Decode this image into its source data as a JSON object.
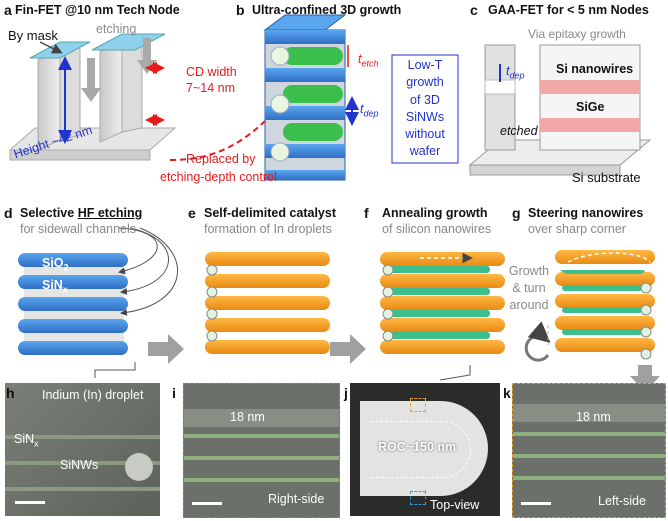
{
  "panels": {
    "a": {
      "letter": "a",
      "title": "Fin-FET @10 nm Tech Node",
      "by_mask": "By mask",
      "etching": "etching",
      "cd_width_1": "CD width",
      "cd_width_2": "7~14 nm",
      "height": "Height ~42 nm",
      "replaced_1": "Replaced by",
      "replaced_2": "etching-depth control"
    },
    "b": {
      "letter": "b",
      "title": "Ultra-confined 3D growth",
      "t_etch": "t",
      "t_etch_sub": "etch",
      "t_dep": "t",
      "t_dep_sub": "dep",
      "box_lines": [
        "Low-T",
        "growth",
        "of 3D",
        "SiNWs",
        "without",
        "wafer"
      ]
    },
    "c": {
      "letter": "c",
      "title": "GAA-FET for < 5 nm Nodes",
      "via": "Via epitaxy growth",
      "t_dep": "t",
      "t_dep_sub": "dep",
      "si_nanowires": "Si nanowires",
      "sige": "SiGe",
      "etched": "etched",
      "si_substrate": "Si substrate"
    },
    "d": {
      "letter": "d",
      "title_bold": "Selective ",
      "title_underline": "HF etching",
      "subtitle": "for sidewall channels",
      "sio2": "SiO",
      "sio2_sub": "2",
      "sinx": "SiN",
      "sinx_sub": "x"
    },
    "e": {
      "letter": "e",
      "title": "Self-delimited catalyst",
      "subtitle": "formation of In droplets"
    },
    "f": {
      "letter": "f",
      "title": "Annealing growth",
      "subtitle": "of silicon nanowires"
    },
    "g": {
      "letter": "g",
      "title": "Steering nanowires",
      "subtitle": "over sharp corner",
      "growth_lines": [
        "Growth",
        "& turn",
        "around"
      ]
    },
    "h": {
      "letter": "h",
      "droplet": "Indium (In) droplet",
      "sinx": "SiN",
      "sinx_sub": "x",
      "sinws": "SiNWs"
    },
    "i": {
      "letter": "i",
      "size": "18 nm",
      "side": "Right-side"
    },
    "j": {
      "letter": "j",
      "roc": "ROC~150 nm",
      "view": "Top-view"
    },
    "k": {
      "letter": "k",
      "size": "18 nm",
      "side": "Left-side"
    }
  },
  "colors": {
    "blue_layer": "#3b82d6",
    "orange_layer": "#f39c23",
    "green_wire": "#2ecc71",
    "nw_green": "#6fdcaa",
    "red_arrow": "#e81b1b",
    "gray_block": "#d9d9d9",
    "pink": "#f2a7a7",
    "blue_text": "#2233cc"
  }
}
